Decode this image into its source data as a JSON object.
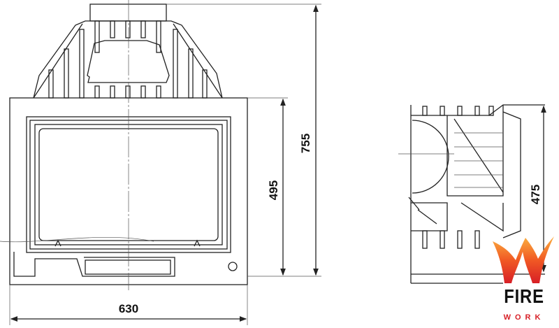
{
  "dimensions": {
    "width": "630",
    "height_body": "495",
    "height_total": "755",
    "depth_side": "475"
  },
  "logo": {
    "line1": "FIRE",
    "line2": "WORK"
  },
  "colors": {
    "line": "#222222",
    "logo_red": "#d71f26",
    "logo_orange": "#f7941d"
  }
}
